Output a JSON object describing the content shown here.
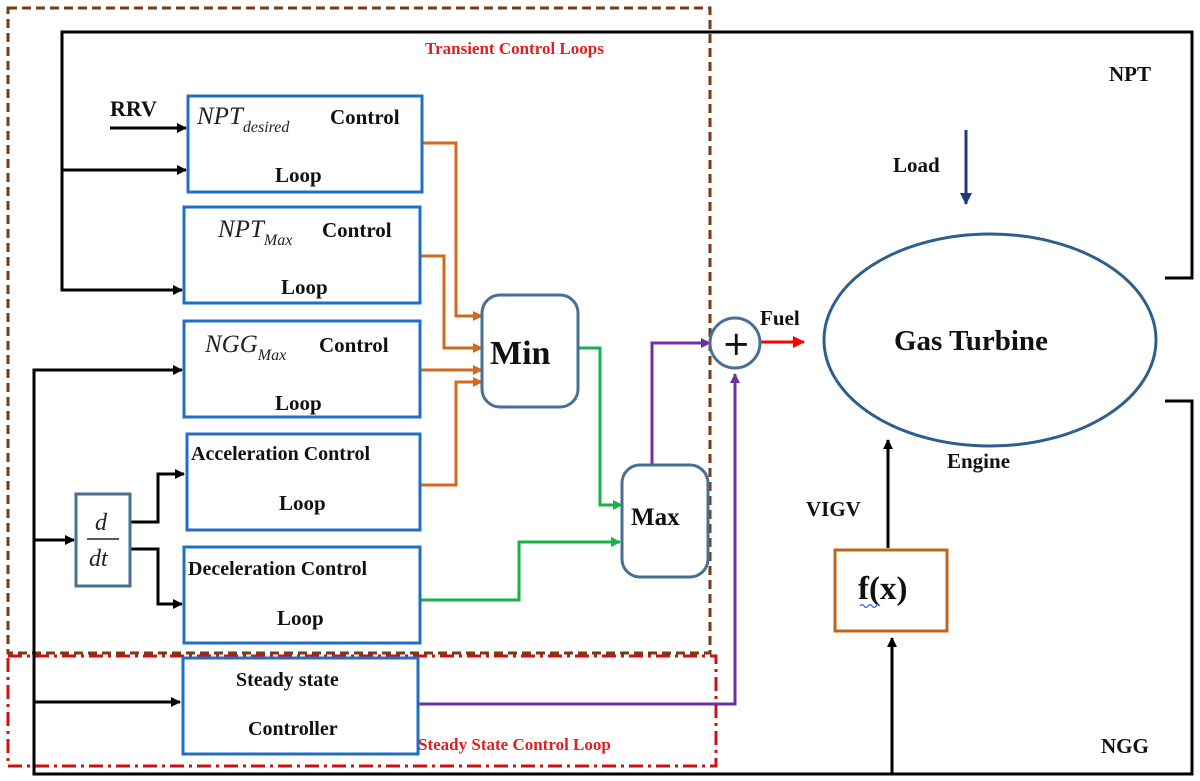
{
  "regions": {
    "transient_label": "Transient Control Loops",
    "steady_label": "Steady State Control Loop"
  },
  "blocks": {
    "npt_desired": {
      "symbol": "NPT",
      "subscript": "desired",
      "label": "Control",
      "label2": "Loop"
    },
    "npt_max": {
      "symbol": "NPT",
      "subscript": "Max",
      "label": "Control",
      "label2": "Loop"
    },
    "ngg_max": {
      "symbol": "NGG",
      "subscript": "Max",
      "label": "Control",
      "label2": "Loop"
    },
    "accel": {
      "label": "Acceleration Control",
      "label2": "Loop"
    },
    "decel": {
      "label": "Deceleration Control",
      "label2": "Loop"
    },
    "steady": {
      "label": "Steady state",
      "label2": "Controller"
    },
    "derivative": {
      "numerator": "d",
      "denominator": "dt"
    },
    "min": {
      "label": "Min"
    },
    "max": {
      "label": "Max"
    },
    "sum": {
      "symbol": "+"
    },
    "fx": {
      "label": "f(x)"
    },
    "engine": {
      "label": "Gas Turbine",
      "caption": "Engine"
    }
  },
  "signals": {
    "rrv": "RRV",
    "fuel": "Fuel",
    "load": "Load",
    "vigv": "VIGV",
    "npt": "NPT",
    "ngg": "NGG"
  },
  "colors": {
    "black": "#000000",
    "block_border": "#1f6fc4",
    "rounded_border": "#4a6f94",
    "fx_border": "#c0651c",
    "orange_line": "#d2691e",
    "green_line": "#18b14a",
    "purple_line": "#7030a0",
    "fuel_arrow": "#ff0000",
    "load_arrow": "#1f3a7a",
    "transient_dash": "#7a3a12",
    "steady_dash": "#cc1111",
    "region_label": "#e02020",
    "engine_border": "#2e5f8a"
  }
}
